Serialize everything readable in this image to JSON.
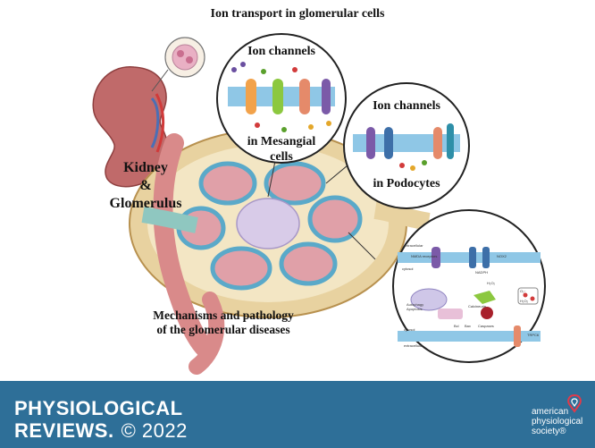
{
  "title": "Ion transport in glomerular cells",
  "kidney_label": {
    "line1": "Kidney",
    "line2": "&",
    "line3": "Glomerulus"
  },
  "mesangial": {
    "heading": "Ion channels",
    "line1": "in Mesangial",
    "line2": "cells"
  },
  "podocytes": {
    "heading": "Ion channels",
    "sub": "in Podocytes"
  },
  "mechanisms": {
    "line1": "Mechanisms and pathology",
    "line2": "of the glomerular diseases"
  },
  "detail_labels": {
    "extracellular_top": "extracellular",
    "nmda": "NMDA receptors",
    "nox2": "NOX2",
    "nadph": "NADPH",
    "h2o2": "H₂O₂",
    "cytosol_top": "cytosol",
    "calcineurin": "Calcineurin",
    "autophagy": "Autophagy",
    "apoptosis": "Apoptosis",
    "bcl": "Bcl",
    "bax": "Bax",
    "caspases": "Caspases",
    "o2": "O₂⁻",
    "h2o2b": "H₂O₂",
    "cytosol_bottom": "cytosol",
    "extracellular_bottom": "extracellular",
    "trpc6": "TRPC6"
  },
  "footer": {
    "journal_line1": "PHYSIOLOGICAL",
    "journal_line2": "REVIEWS.",
    "year": "© 2022",
    "society_line1": "american",
    "society_line2": "physiological",
    "society_line3": "society®"
  },
  "colors": {
    "footer_bg": "#2e6f98",
    "membrane": "#8fc7e6",
    "tubule": "#d98a8a",
    "capsule": "#e8d2a0"
  }
}
